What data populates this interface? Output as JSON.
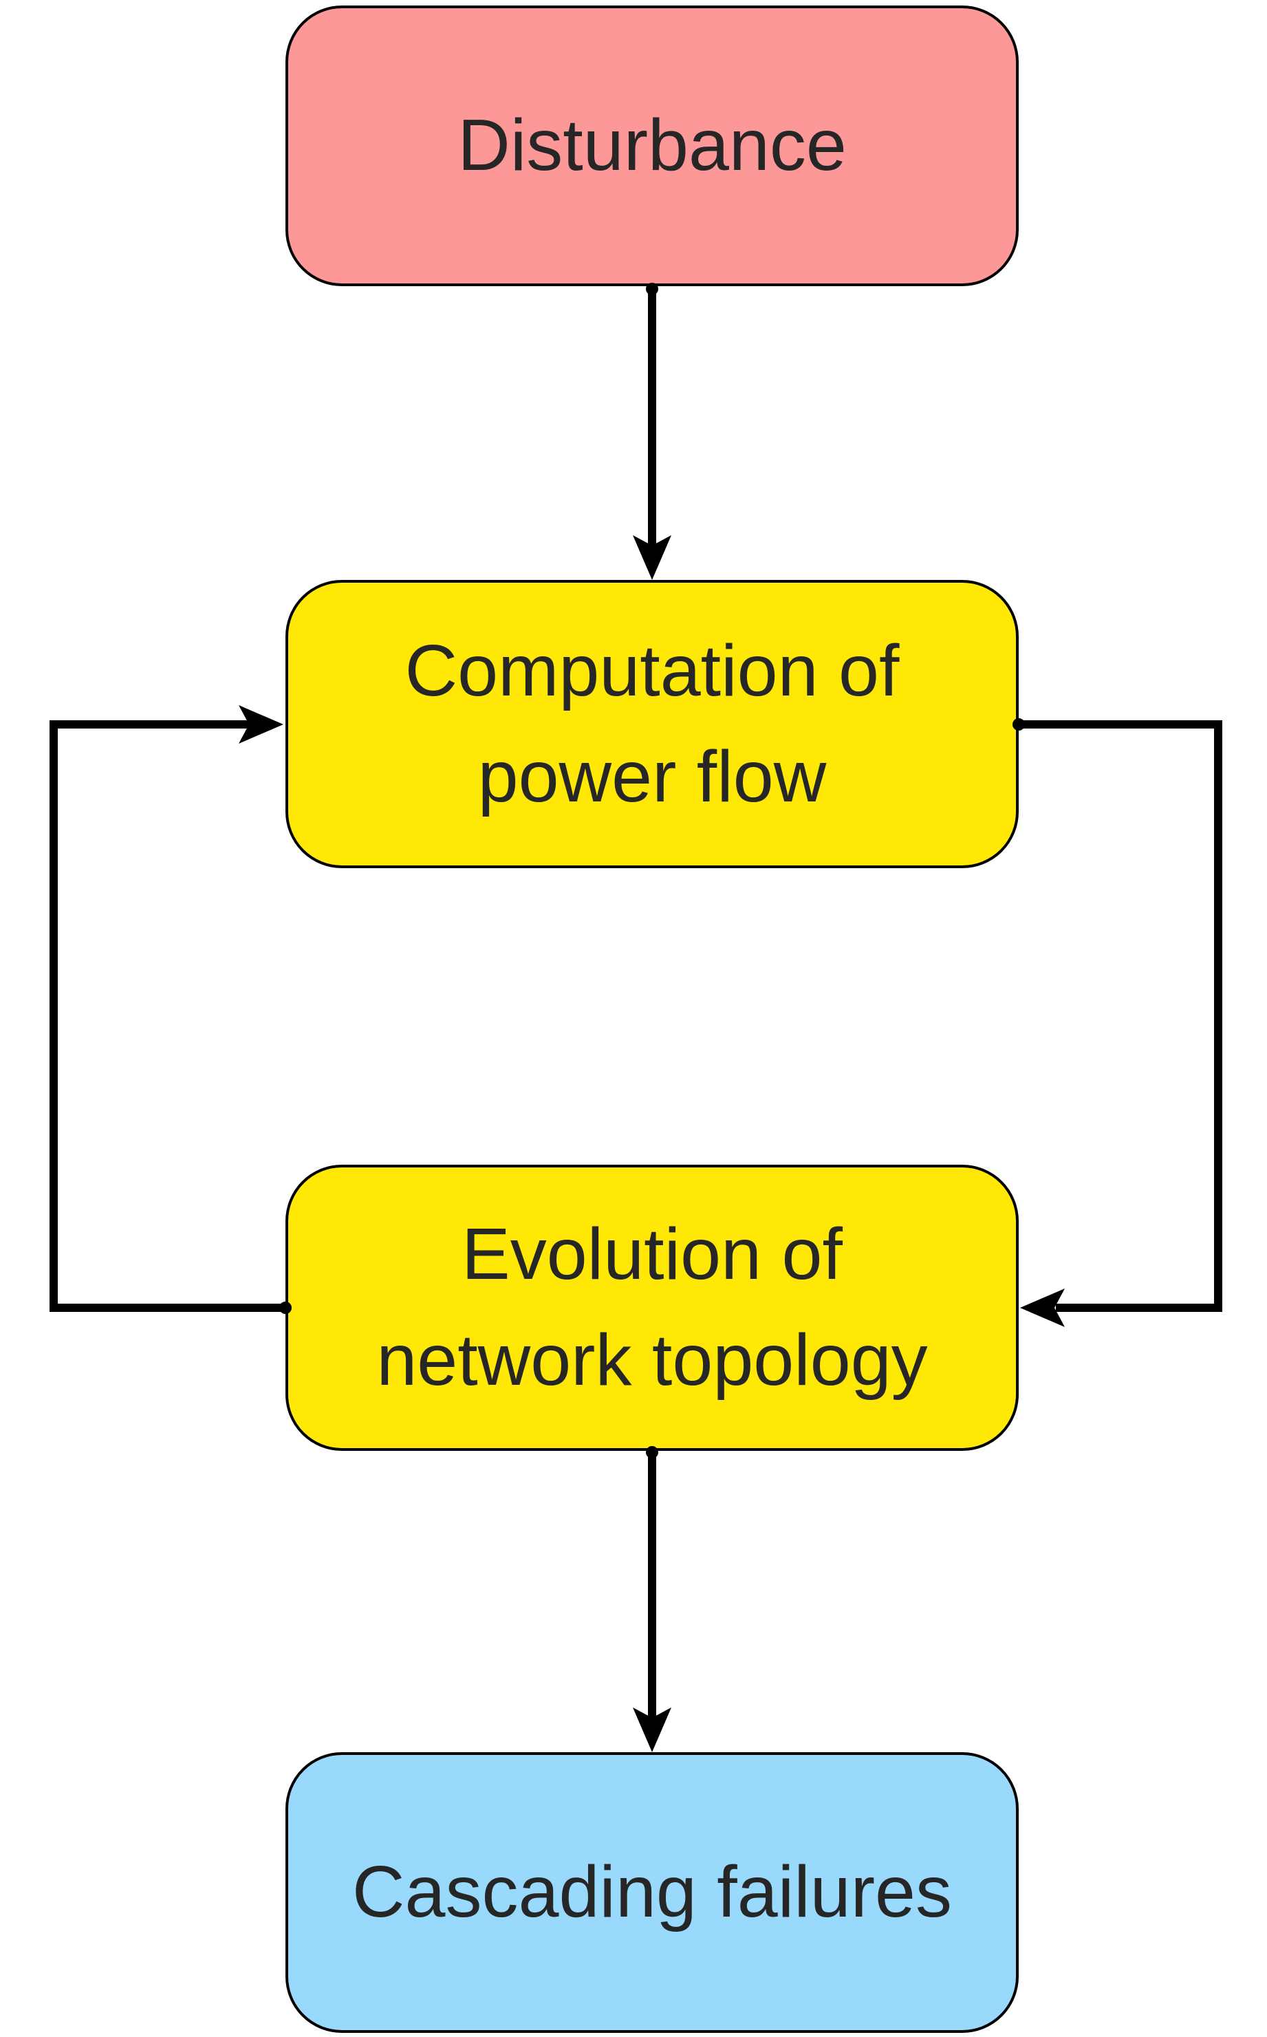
{
  "diagram": {
    "title": "Cascading failure model flowchart",
    "background": "#ffffff",
    "border_color": "#000000",
    "text_color": "#262626",
    "arrow_color": "#000000",
    "nodes": [
      {
        "id": "disturbance",
        "label": "Disturbance",
        "fill": "#FD9899",
        "shape": "rounded-rectangle"
      },
      {
        "id": "computation",
        "label": "Computation of\npower flow",
        "fill": "#FFE805",
        "shape": "rounded-rectangle"
      },
      {
        "id": "evolution",
        "label": "Evolution of\nnetwork topology",
        "fill": "#FFE805",
        "shape": "rounded-rectangle"
      },
      {
        "id": "cascading",
        "label": "Cascading failures",
        "fill": "#99D9FC",
        "shape": "rounded-rectangle"
      }
    ],
    "edges": [
      {
        "from": "disturbance",
        "to": "computation",
        "route": "straight-down"
      },
      {
        "from": "computation",
        "to": "evolution",
        "route": "right-side-loop"
      },
      {
        "from": "evolution",
        "to": "computation",
        "route": "left-side-loop"
      },
      {
        "from": "evolution",
        "to": "cascading",
        "route": "straight-down"
      }
    ]
  }
}
